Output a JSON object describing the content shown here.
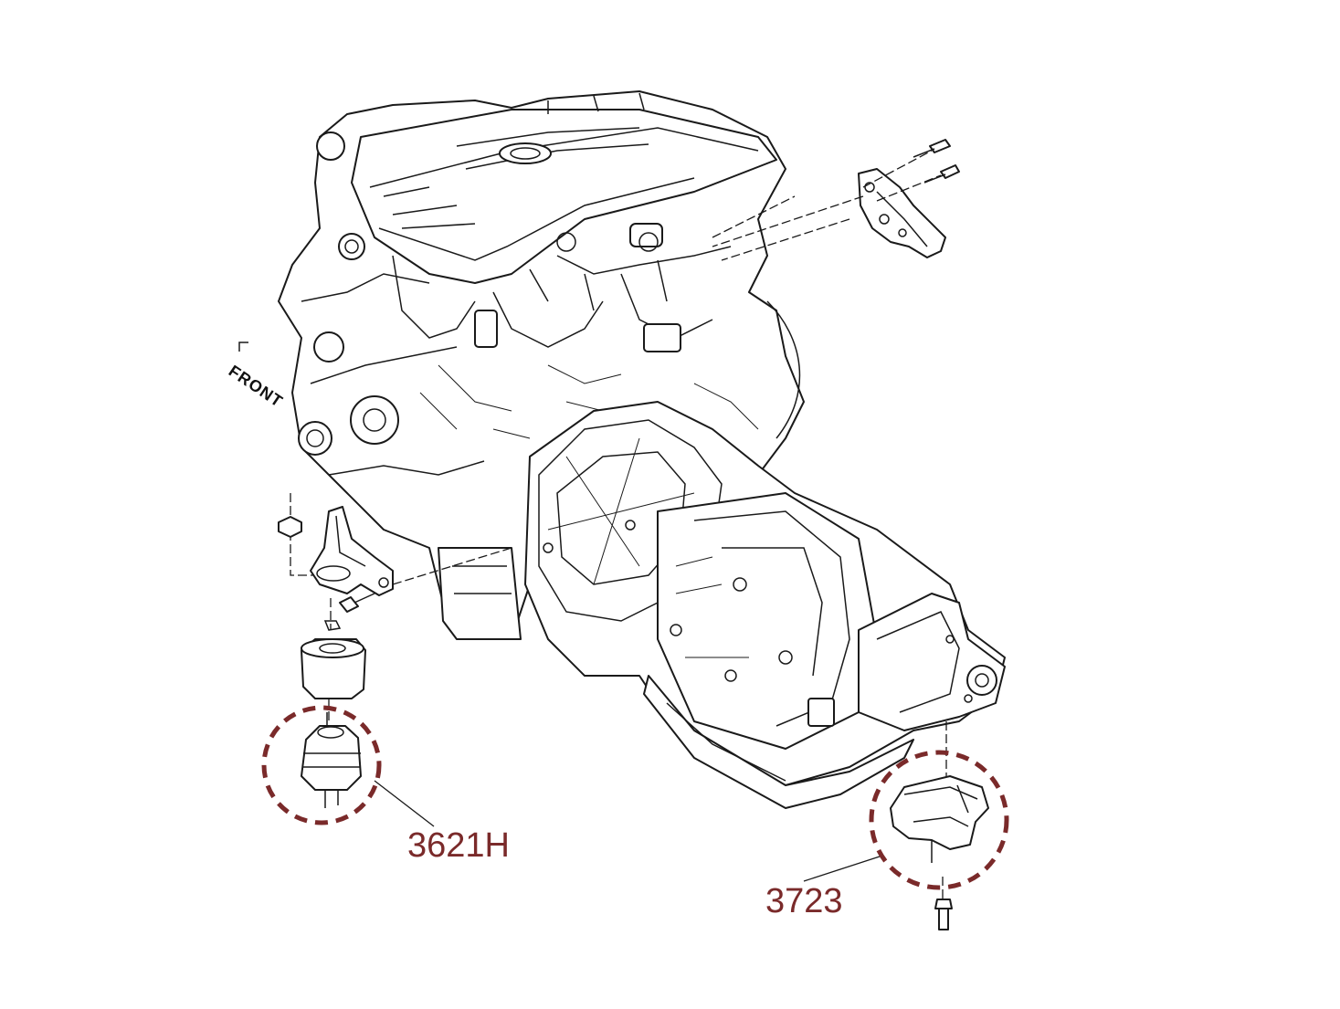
{
  "diagram": {
    "orientation_label": "FRONT",
    "callouts": [
      {
        "id": "engine-mount",
        "label": "3621H"
      },
      {
        "id": "transmission-mount",
        "label": "3723"
      }
    ],
    "colors": {
      "line": "#1a1a1a",
      "callout": "#7a2a2a",
      "fill": "#ffffff"
    }
  }
}
